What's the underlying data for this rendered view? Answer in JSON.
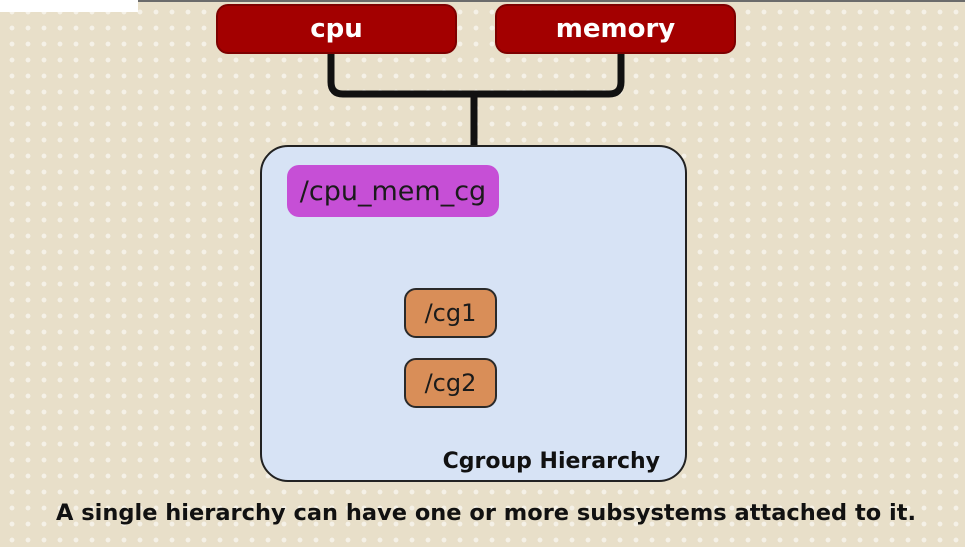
{
  "subsystems": {
    "cpu": "cpu",
    "memory": "memory"
  },
  "hierarchy": {
    "label": "Cgroup Hierarchy",
    "root": "/cpu_mem_cg",
    "children": [
      "/cg1",
      "/cg2"
    ]
  },
  "caption": "A single hierarchy can have one or more subsystems attached to it.",
  "colors": {
    "subsystem": "#a30000",
    "root_cgroup": "#c64fd6",
    "child_cgroup": "#d98e58",
    "hierarchy_box": "#d7e3f5",
    "background": "#e8dfc9"
  }
}
